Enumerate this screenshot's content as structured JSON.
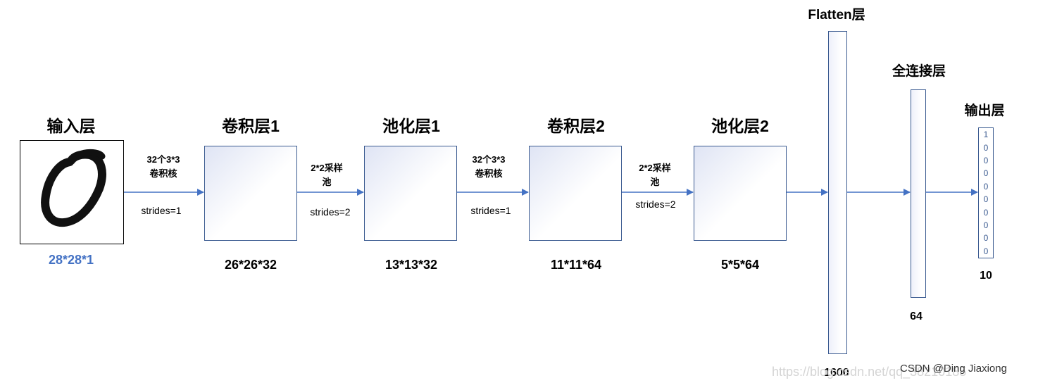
{
  "layers": {
    "input": {
      "title": "输入层",
      "dim": "28*28*1"
    },
    "conv1": {
      "title": "卷积层1",
      "dim": "26*26*32"
    },
    "pool1": {
      "title": "池化层1",
      "dim": "13*13*32"
    },
    "conv2": {
      "title": "卷积层2",
      "dim": "11*11*64"
    },
    "pool2": {
      "title": "池化层2",
      "dim": "5*5*64"
    },
    "flatten": {
      "title": "Flatten层",
      "dim": "1600"
    },
    "dense": {
      "title": "全连接层",
      "dim": "64"
    },
    "output": {
      "title": "输出层",
      "dim": "10"
    }
  },
  "edges": {
    "e1": {
      "line1": "32个3*3",
      "line2": "卷积核",
      "stride": "strides=1"
    },
    "e2": {
      "line1": "2*2采样",
      "line2": "池",
      "stride": "strides=2"
    },
    "e3": {
      "line1": "32个3*3",
      "line2": "卷积核",
      "stride": "strides=1"
    },
    "e4": {
      "line1": "2*2采样",
      "line2": "池",
      "stride": "strides=2"
    }
  },
  "output_values": [
    "1",
    "0",
    "0",
    "0",
    "0",
    "0",
    "0",
    "0",
    "0",
    "0"
  ],
  "colors": {
    "arrow": "#4472c4",
    "box_border": "#3a5a90",
    "input_dim": "#4472c4"
  },
  "watermark": "https://blog.csdn.net/qq_38210185",
  "credit": "CSDN @Ding Jiaxiong"
}
